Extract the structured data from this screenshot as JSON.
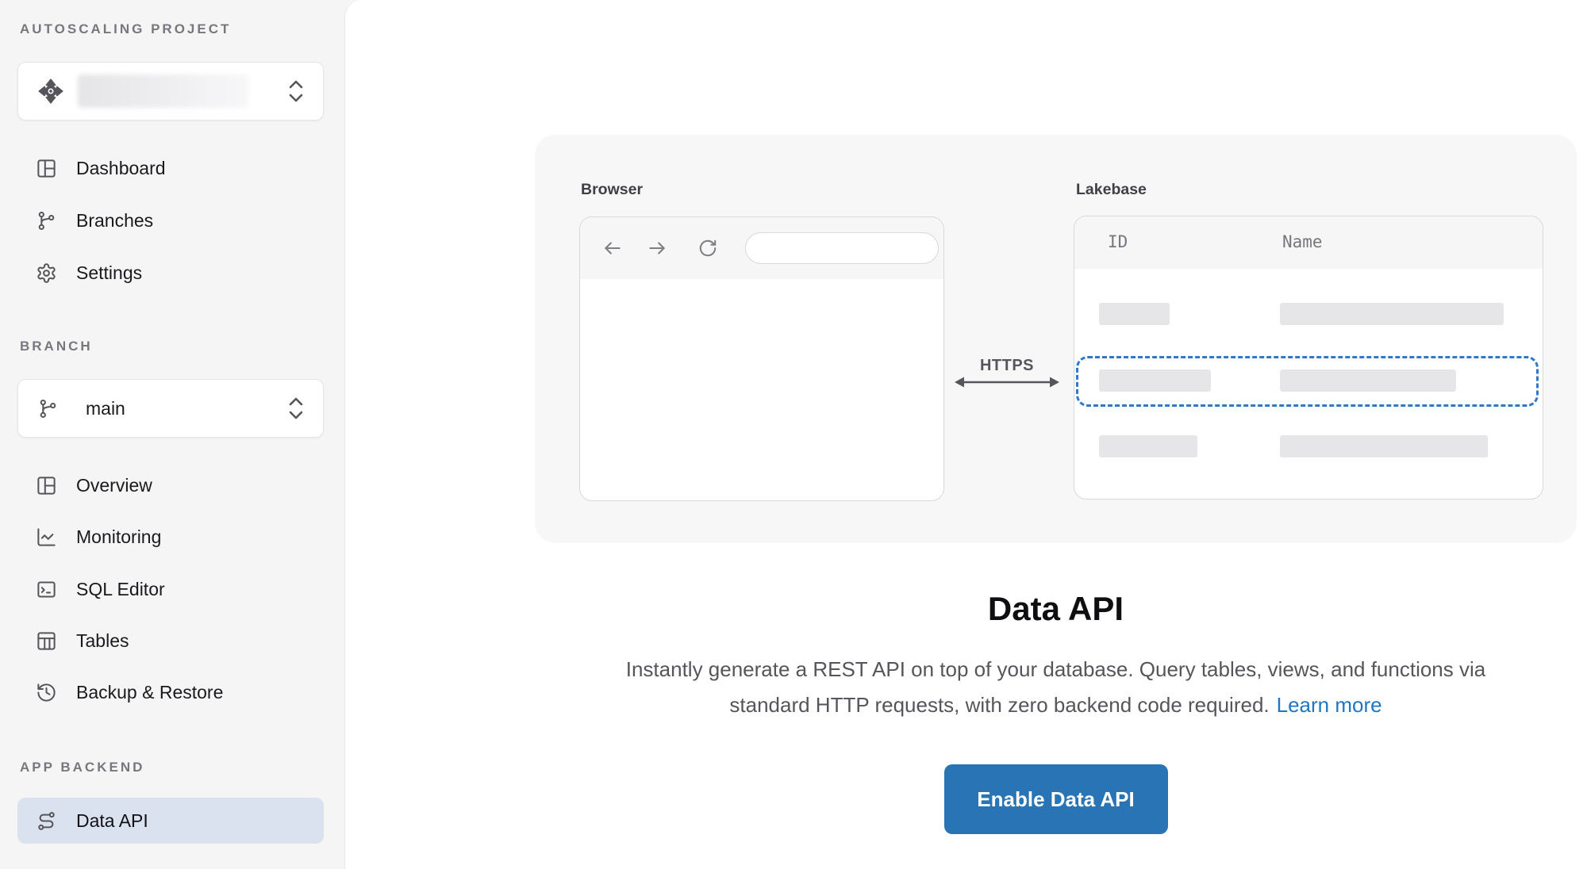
{
  "sidebar": {
    "project_section_label": "AUTOSCALING PROJECT",
    "branch_section_label": "BRANCH",
    "backend_section_label": "APP BACKEND",
    "branch_selector_value": "main",
    "items_project": [
      "Dashboard",
      "Branches",
      "Settings"
    ],
    "items_branch": [
      "Overview",
      "Monitoring",
      "SQL Editor",
      "Tables",
      "Backup & Restore"
    ],
    "items_backend": [
      "Data API"
    ]
  },
  "diagram": {
    "browser_label": "Browser",
    "lakebase_label": "Lakebase",
    "connection_label": "HTTPS",
    "table_columns": [
      "ID",
      "Name"
    ],
    "placeholder_row_count": 3,
    "highlighted_row_index": 2
  },
  "content": {
    "title": "Data API",
    "description_line1": "Instantly generate a REST API on top of your database. Query tables, views, and functions via",
    "description_line2": "standard HTTP requests, with zero backend code required.",
    "learn_more_label": "Learn more",
    "enable_button_label": "Enable Data API"
  },
  "colors": {
    "accent_blue": "#2874b5",
    "link_blue": "#1f76c4",
    "active_item_background": "#dbe2ef",
    "highlight_dashed_border": "#3079c7"
  }
}
